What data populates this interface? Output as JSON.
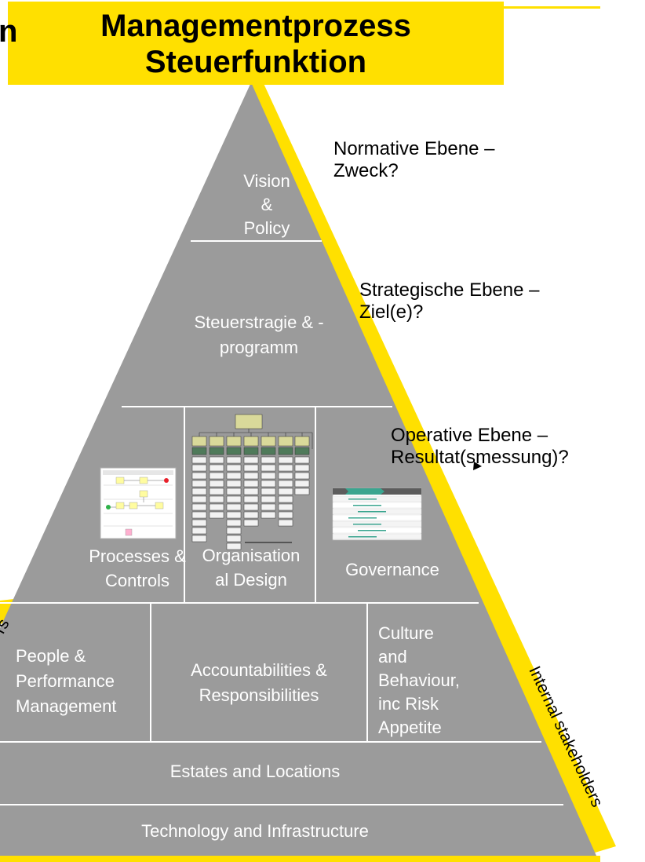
{
  "header": {
    "title_line1": "Managementprozess",
    "title_line2": "Steuerfunktion",
    "clipped_left_text": "n"
  },
  "colors": {
    "pyramid_gray": "#9b9b9b",
    "accent_yellow": "#ffe000",
    "divider_white": "#ffffff"
  },
  "levels": {
    "normative": "Normative Ebene –\nZweck?",
    "strategic": "Strategische Ebene –\nZiel(e)?",
    "operative": "Operative  Ebene –\nResultat(smessung)?"
  },
  "pyramid": {
    "vision": "Vision\n&\nPolicy",
    "strategy": "Steuerstragie & -\nprogramm",
    "processes": "Processes &\nControls",
    "organisational_design": "Organisation\nal Design",
    "governance": "Governance",
    "people": "People &\nPerformance\nManagement",
    "accountabilities": "Accountabilities &\nResponsibilities",
    "culture": "Culture\nand\nBehaviour,\ninc Risk\nAppetite",
    "estates": "Estates and Locations",
    "technology": "Technology and Infrastructure"
  },
  "side_labels": {
    "internal_stakeholders": "Internal stakeholders",
    "left_fragment": "rs"
  }
}
